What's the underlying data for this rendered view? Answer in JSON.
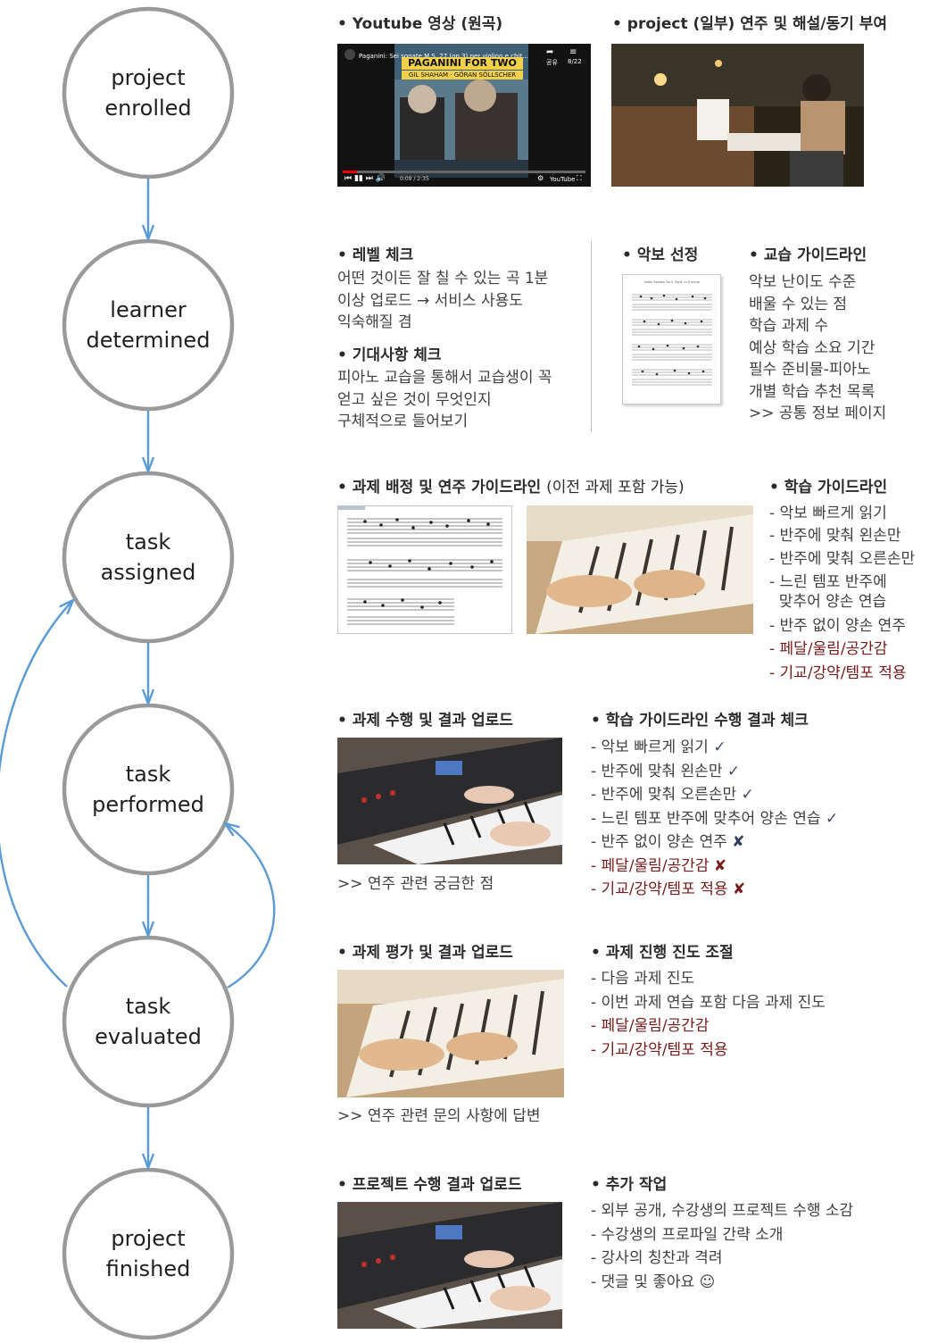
{
  "stages": [
    {
      "line1": "project",
      "line2": "enrolled"
    },
    {
      "line1": "learner",
      "line2": "determined"
    },
    {
      "line1": "task",
      "line2": "assigned"
    },
    {
      "line1": "task",
      "line2": "performed"
    },
    {
      "line1": "task",
      "line2": "evaluated"
    },
    {
      "line1": "project",
      "line2": "finished"
    }
  ],
  "colors": {
    "circle_stroke": "#9a9a9a",
    "arrow": "#5b9bd5",
    "red_text": "#7a1a1a"
  },
  "sec1": {
    "youtube_head": "Youtube 영상 (원곡)",
    "project_head": "project (일부) 연주 및 해설/동기 부여",
    "video_title": "Paganini: Sei sonate M.S. 27 (op.3) per violino e chit...",
    "album_title": "PAGANINI FOR TWO",
    "album_artists": "GIL SHAHAM · GÖRAN SÖLLSCHER",
    "share_label": "공유",
    "count_label": "8/22",
    "time_label": "0:09 / 2:35",
    "brand": "YouTube"
  },
  "sec2": {
    "level_head": "레벨 체크",
    "level_lines": [
      "어떤 것이든 잘 칠 수 있는 곡 1분",
      "이상 업로드 → 서비스 사용도",
      "익숙해질 겸"
    ],
    "expect_head": "기대사항 체크",
    "expect_lines": [
      "피아노 교습을 통해서 교습생이 꼭",
      "얻고 싶은 것이 무엇인지",
      "구체적으로 들어보기"
    ],
    "score_head": "악보 선정",
    "score_title": "Violin Sonata Op.3, No.6, in E minor",
    "guide_head": "교습 가이드라인",
    "guide_lines": [
      "악보 난이도 수준",
      "배울 수 있는 점",
      "학습 과제 수",
      "예상 학습 소요 기간",
      "필수 준비물-피아노",
      "개별 학습 추천 목록",
      ">> 공통 정보 페이지"
    ]
  },
  "sec3": {
    "head_bold": "과제 배정 및 연주 가이드라인",
    "head_paren": "(이전 과제 포함 가능)",
    "guide_head": "학습 가이드라인",
    "items": [
      {
        "text": "- 악보 빠르게 읽기",
        "red": false
      },
      {
        "text": "- 반주에 맞춰 왼손만",
        "red": false
      },
      {
        "text": "- 반주에 맞춰 오른손만",
        "red": false
      },
      {
        "text": "- 느린 템포 반주에",
        "red": false
      },
      {
        "text": "  맞추어 양손 연습",
        "red": false
      },
      {
        "text": "- 반주 없이 양손 연주",
        "red": false
      },
      {
        "text": "- 페달/울림/공간감",
        "red": true
      },
      {
        "text": "- 기교/강약/템포 적용",
        "red": true
      }
    ]
  },
  "sec4": {
    "perform_head": "과제 수행 및 결과 업로드",
    "caption": ">> 연주 관련 궁금한 점",
    "check_head": "학습 가이드라인 수행 결과 체크",
    "items": [
      {
        "text": "- 악보 빠르게 읽기",
        "mark": "✓",
        "red": false
      },
      {
        "text": "- 반주에 맞춰 왼손만",
        "mark": "✓",
        "red": false
      },
      {
        "text": "- 반주에 맞춰 오른손만",
        "mark": "✓",
        "red": false
      },
      {
        "text": "- 느린 템포 반주에 맞추어 양손 연습",
        "mark": "✓",
        "red": false
      },
      {
        "text": "- 반주 없이 양손 연주",
        "mark": "✘",
        "red": false
      },
      {
        "text": "- 페달/울림/공간감",
        "mark": "✘",
        "red": true
      },
      {
        "text": "- 기교/강약/템포 적용",
        "mark": "✘",
        "red": true
      }
    ]
  },
  "sec5": {
    "eval_head": "과제 평가 및 결과 업로드",
    "caption": ">> 연주 관련 문의 사항에 답변",
    "progress_head": "과제 진행 진도 조절",
    "items": [
      {
        "text": "- 다음 과제 진도",
        "red": false
      },
      {
        "text": "- 이번 과제 연습 포함 다음 과제 진도",
        "red": false
      },
      {
        "text": "- 페달/울림/공간감",
        "red": true
      },
      {
        "text": "- 기교/강약/템포 적용",
        "red": true
      }
    ]
  },
  "sec6": {
    "upload_head": "프로젝트 수행 결과 업로드",
    "extra_head": "추가 작업",
    "items": [
      "- 외부 공개, 수강생의 프로젝트 수행 소감",
      "- 수강생의 프로파일 간략 소개",
      "- 강사의 칭찬과 격려",
      "- 댓글 및 좋아요 ☺"
    ]
  }
}
